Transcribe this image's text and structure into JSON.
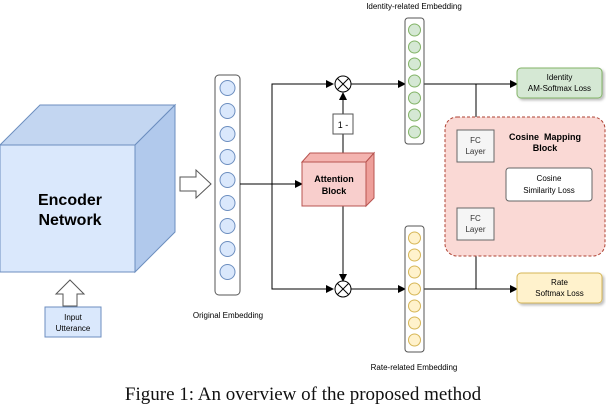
{
  "encoder": {
    "line1": "Encoder",
    "line2": "Network"
  },
  "input": {
    "line1": "Input",
    "line2": "Utterance"
  },
  "original_embedding_label": "Original Embedding",
  "identity_embedding_label": "Identity-related Embedding",
  "rate_embedding_label": "Rate-related Embedding",
  "attention": {
    "line1": "Attention",
    "line2": "Block"
  },
  "one_minus": "1 -",
  "cosine_block": {
    "line1": "Cosine  Mapping",
    "line2": "Block"
  },
  "fc_top": {
    "line1": "FC",
    "line2": "Layer"
  },
  "fc_bottom": {
    "line1": "FC",
    "line2": "Layer"
  },
  "cosine_loss": {
    "line1": "Cosine",
    "line2": "Similarity Loss"
  },
  "identity_loss": {
    "line1": "Identity",
    "line2": "AM-Softmax Loss"
  },
  "rate_loss": {
    "line1": "Rate",
    "line2": "Softmax Loss"
  },
  "caption": "Figure 1: An overview of the proposed method",
  "colors": {
    "encoder_front": "#dae8fc",
    "encoder_border": "#6c8ebf",
    "original_fill": "#dae8fc",
    "identity_fill": "#d5e8d4",
    "identity_border": "#82b366",
    "rate_fill": "#fff2cc",
    "rate_border": "#d6b656",
    "attention_fill": "#f8cecc",
    "attention_border": "#b85450",
    "cosine_block_fill": "#fad9d5",
    "fc_fill": "#f5f5f5"
  }
}
